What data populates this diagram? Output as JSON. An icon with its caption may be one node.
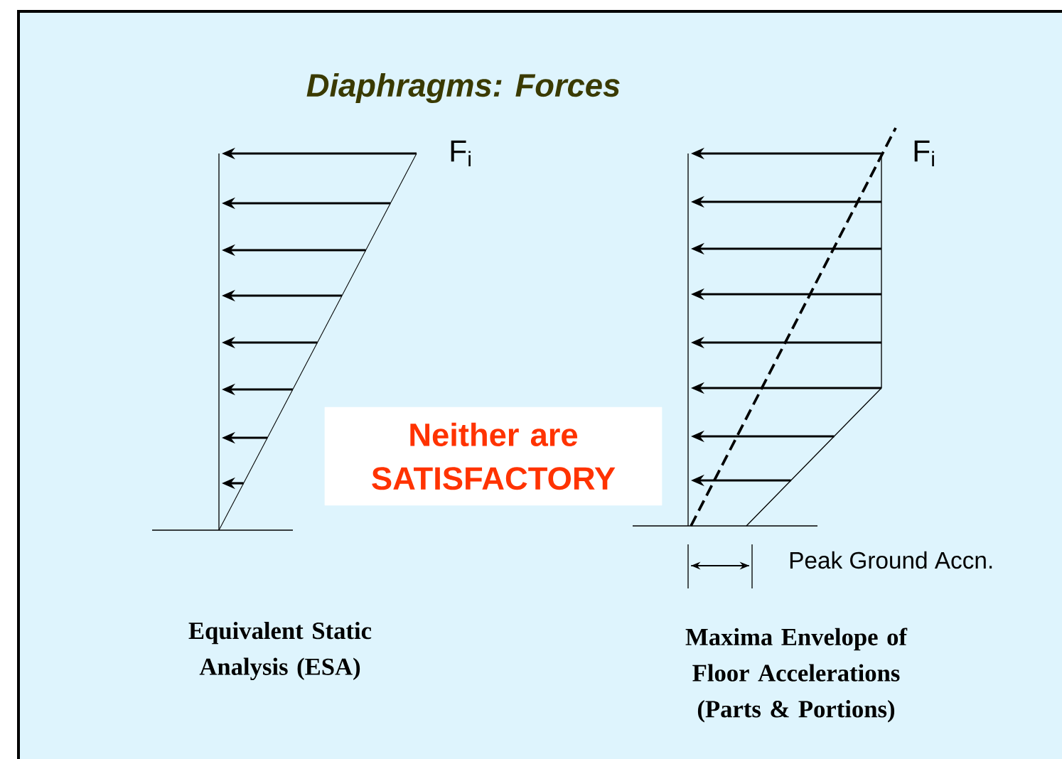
{
  "diagram": {
    "title": "Diaphragms: Forces",
    "nodes": [
      {
        "text": [
          "Neither are SATISFACTORY"
        ]
      }
    ],
    "labels": [
      "F$_{i}$",
      "F$_{i}$",
      "Peak Ground Accn.",
      "Equivalent Static Analysis (ESA)",
      "Maxima Envelope of Floor Accelerations (Parts & Portions)"
    ]
  }
}
